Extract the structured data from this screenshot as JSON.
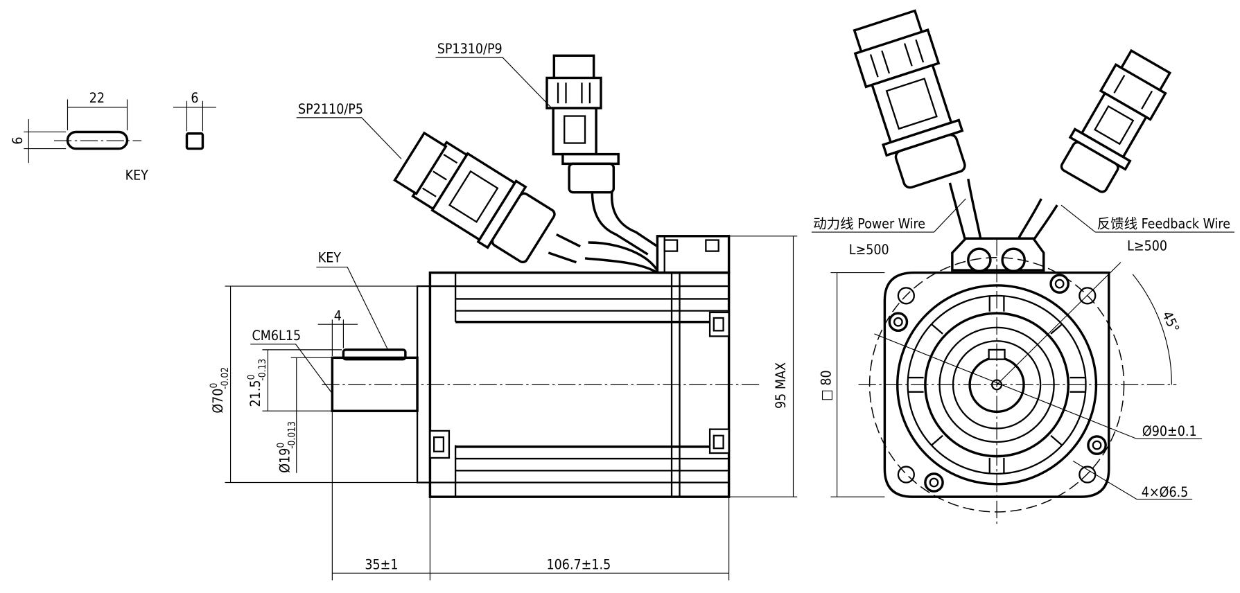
{
  "key_detail": {
    "length": "22",
    "width": "6",
    "height": "6",
    "label": "KEY"
  },
  "side_view": {
    "connector_power_label": "SP2110/P5",
    "connector_feedback_label": "SP1310/P9",
    "key_label": "KEY",
    "shaft_thread_label": "CM6L15",
    "key_offset_dim": "4",
    "flange_pilot_dim": "Ø70",
    "flange_pilot_tol_upper": "0",
    "flange_pilot_tol_lower": "-0.02",
    "key_height_dim": "21.5",
    "key_height_tol_upper": "0",
    "key_height_tol_lower": "-0.13",
    "shaft_dim": "Ø19",
    "shaft_tol_upper": "0",
    "shaft_tol_lower": "-0.013",
    "height_dim": "95 MAX",
    "shaft_length_dim": "35±1",
    "body_length_dim": "106.7±1.5"
  },
  "front_view": {
    "power_wire_label": "动力线 Power Wire",
    "power_wire_length": "L≥500",
    "feedback_wire_label": "反馈线 Feedback Wire",
    "feedback_wire_length": "L≥500",
    "square_dim": "□ 80",
    "angle_dim": "45°",
    "bolt_circle_dim": "Ø90±0.1",
    "holes_dim": "4×Ø6.5"
  }
}
